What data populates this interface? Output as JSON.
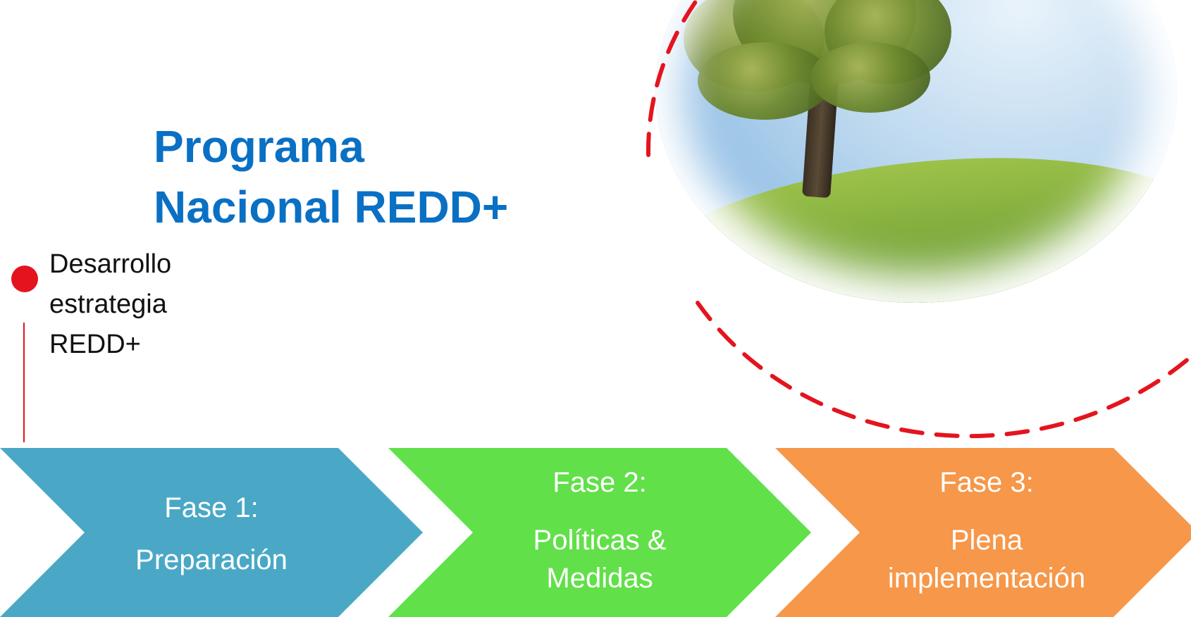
{
  "slide": {
    "title_line_1": "Programa",
    "title_line_2": "Nacional REDD+",
    "bullet": {
      "line_1": "Desarrollo",
      "line_2": "estrategia",
      "line_3": "REDD+"
    },
    "phases": [
      {
        "label": "Fase 1:",
        "description_line_1": "Preparación",
        "description_line_2": "",
        "color": "#4aa8c6"
      },
      {
        "label": "Fase 2:",
        "description_line_1": "Políticas &",
        "description_line_2": "Medidas",
        "color": "#61e049"
      },
      {
        "label": "Fase 3:",
        "description_line_1": "Plena",
        "description_line_2": "implementación",
        "color": "#f69749"
      }
    ],
    "colors": {
      "title": "#0a70c4",
      "highlight": "#e4141e"
    },
    "image": "tree-on-hill-photo"
  }
}
